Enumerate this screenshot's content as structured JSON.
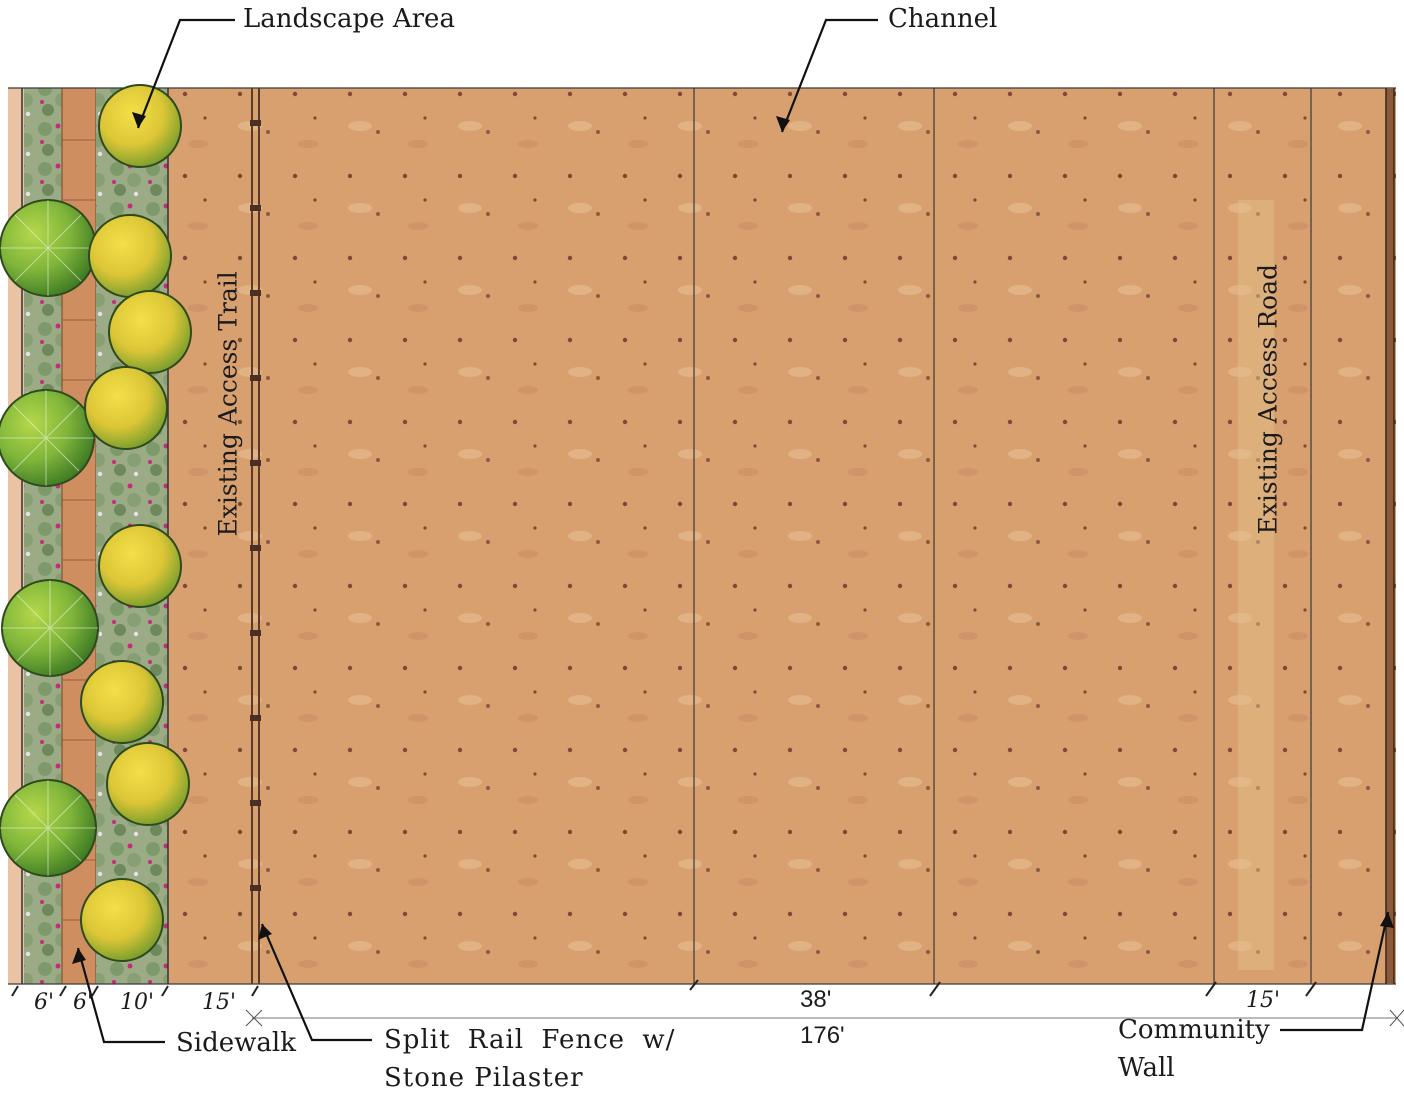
{
  "labels": {
    "landscape_area": "Landscape Area",
    "channel": "Channel",
    "existing_access_trail": "Existing Access Trail",
    "existing_access_road": "Existing Access Road",
    "sidewalk": "Sidewalk",
    "fence_line1": "Split Rail Fence w/",
    "fence_line2": "Stone Pilaster",
    "wall_line1": "Community",
    "wall_line2": "Wall"
  },
  "dimensions": {
    "d6a": "6'",
    "d6b": "6'",
    "d10": "10'",
    "d15_left": "15'",
    "d38": "38'",
    "d176": "176'",
    "d15_right": "15'"
  },
  "colors": {
    "ground": "#d9a070",
    "tree_green": "#7fb53a",
    "tree_yellow": "#e3c93a",
    "shrub": "#8fa37c",
    "flower": "#c0307a",
    "sidewalk_brick": "#c98658"
  }
}
